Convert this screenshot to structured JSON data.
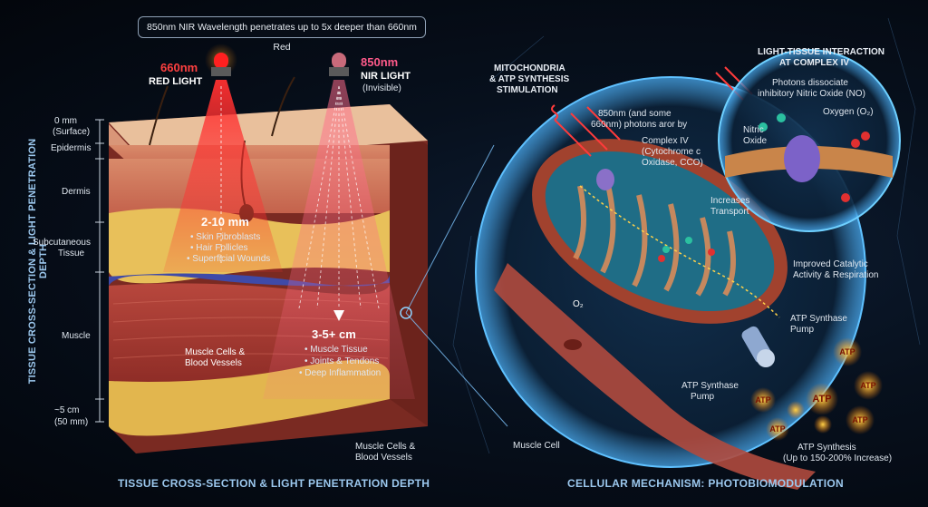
{
  "header": {
    "top_note": "850nm NIR Wavelength penetrates up to 5x deeper than 660nm Red"
  },
  "lights": {
    "red_wavelength": "660nm",
    "red_name": "RED LIGHT",
    "nir_wavelength": "850nm",
    "nir_name": "NIR LIGHT",
    "nir_note": "(Invisible)"
  },
  "depth_scale": {
    "top_mm": "0 mm",
    "top_note": "(Surface)",
    "epidermis": "Epidermis",
    "dermis": "Dermis",
    "subcutaneous_1": "Subcutaneous",
    "subcutaneous_2": "Tissue",
    "muscle": "Muscle",
    "bottom_cm": "~5 cm",
    "bottom_mm": "(50 mm)"
  },
  "left_title_vertical": "TISSUE CROSS-SECTION & LIGHT PENETRATION DEPTH",
  "red_depth": {
    "value": "2-10 mm",
    "items": [
      "• Skin Fibroblasts",
      "• Hair Follicles",
      "• Superficial Wounds"
    ]
  },
  "nir_depth": {
    "value": "3-5+ cm",
    "items": [
      "• Muscle Tissue",
      "• Joints & Tendons",
      "• Deep Inflammation"
    ]
  },
  "tissue_labels": {
    "muscle_cells_1": "Muscle Cells &",
    "muscle_cells_2": "Blood Vessels",
    "bottom_muscle_cells_1": "Muscle Cells &",
    "bottom_muscle_cells_2": "Blood Vessels"
  },
  "bottom_titles": {
    "left": "TISSUE CROSS-SECTION & LIGHT PENETRATION DEPTH",
    "right": "CELLULAR MECHANISM: PHOTOBIOMODULATION"
  },
  "mito": {
    "title_1": "MITOCHONDRIA",
    "title_2": "& ATP SYNTHESIS",
    "title_3": "STIMULATION",
    "photons_1": "850nm (and some",
    "photons_2": "660nm) photons aror by",
    "complex_1": "Complex IV",
    "complex_2": "(Cytochrome c",
    "complex_3": "Oxidase, CCO)",
    "catalytic_1": "Improved Catalytic",
    "catalytic_2": "Activity & Respiration",
    "pump_right_1": "ATP Synthase",
    "pump_right_2": "Pump",
    "pump_left_1": "ATP Synthase",
    "pump_left_2": "Pump",
    "o2": "O₂",
    "muscle_cell": "Muscle Cell",
    "atp_synthesis_1": "ATP Synthesis",
    "atp_synthesis_2": "(Up to 150-200% Increase)",
    "atp_label": "ATP"
  },
  "inset": {
    "title_1": "LIGHT-TISSUE INTERACTION",
    "title_2": "AT COMPLEX IV",
    "dissociate_1": "Photons dissociate",
    "dissociate_2": "inhibitory Nitric Oxide (NO)",
    "oxygen": "Oxygen (O₂)",
    "nitric_1": "Nitric",
    "nitric_2": "Oxide",
    "transport_1": "Increases",
    "transport_2": "Transport"
  },
  "colors": {
    "red_light": "#ff2a2a",
    "nir_light": "#ff5a7a",
    "accent_blue": "#8fd3ff",
    "title_blue": "#9cc8ee"
  }
}
